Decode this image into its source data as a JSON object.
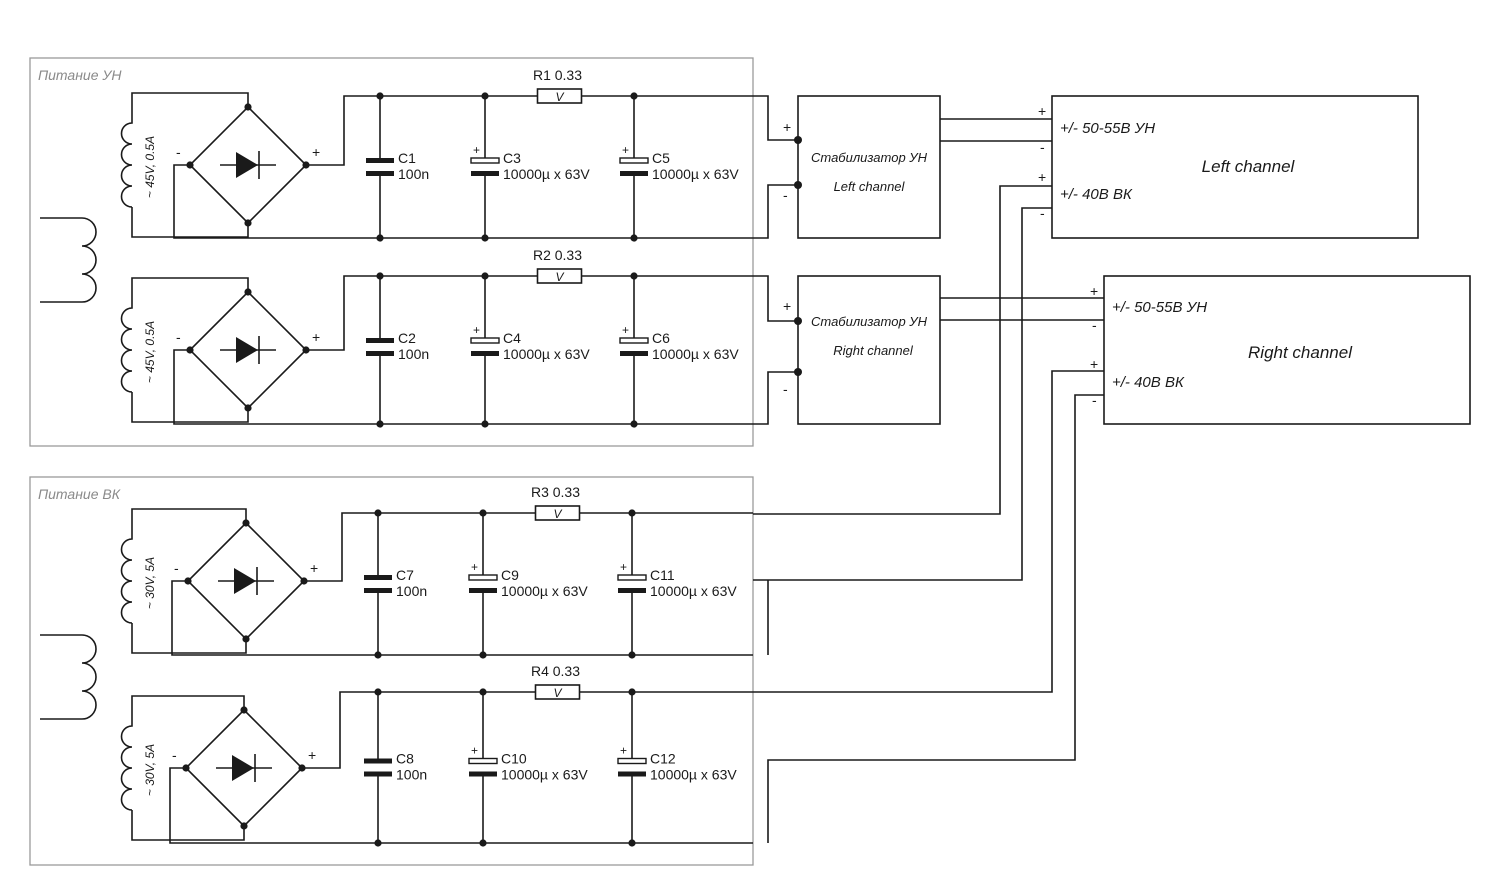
{
  "groups": {
    "un_title": "Питание УН",
    "vk_title": "Питание ВК"
  },
  "windings": [
    "~ 45V, 0.5A",
    "~ 45V, 0.5A",
    "~ 30V, 5A",
    "~ 30V, 5A"
  ],
  "bridge_terminals": {
    "minus": "-",
    "plus": "+"
  },
  "resistors": [
    {
      "name": "R1",
      "value": "0.33",
      "symbol": "V"
    },
    {
      "name": "R2",
      "value": "0.33",
      "symbol": "V"
    },
    {
      "name": "R3",
      "value": "0.33",
      "symbol": "V"
    },
    {
      "name": "R4",
      "value": "0.33",
      "symbol": "V"
    }
  ],
  "capacitors": [
    {
      "name": "C1",
      "value": "100n"
    },
    {
      "name": "C2",
      "value": "100n"
    },
    {
      "name": "C3",
      "value": "10000µ x 63V"
    },
    {
      "name": "C4",
      "value": "10000µ x 63V"
    },
    {
      "name": "C5",
      "value": "10000µ x 63V"
    },
    {
      "name": "C6",
      "value": "10000µ x 63V"
    },
    {
      "name": "C7",
      "value": "100n"
    },
    {
      "name": "C8",
      "value": "100n"
    },
    {
      "name": "C9",
      "value": "10000µ x 63V"
    },
    {
      "name": "C10",
      "value": "10000µ x 63V"
    },
    {
      "name": "C11",
      "value": "10000µ x 63V"
    },
    {
      "name": "C12",
      "value": "10000µ x 63V"
    }
  ],
  "cap_polarity": "+",
  "stabilizers": [
    {
      "title": "Стабилизатор УН",
      "channel": "Left channel",
      "plus": "+",
      "minus": "-"
    },
    {
      "title": "Стабилизатор УН",
      "channel": "Right channel",
      "plus": "+",
      "minus": "-"
    }
  ],
  "channels": [
    {
      "name": "Left channel",
      "in1": "+/- 50-55В УН",
      "in2": "+/- 40В ВК",
      "plus": "+",
      "minus": "-"
    },
    {
      "name": "Right channel",
      "in1": "+/- 50-55В УН",
      "in2": "+/- 40В ВК",
      "plus": "+",
      "minus": "-"
    }
  ]
}
